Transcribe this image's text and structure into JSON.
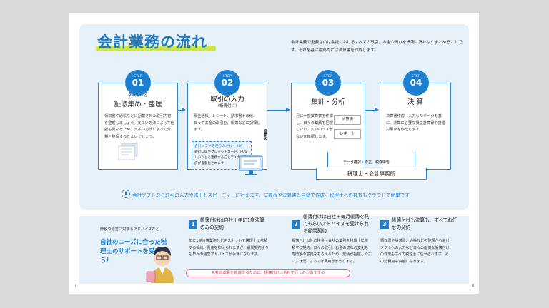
{
  "title": "会計業務の流れ",
  "intro": "会計業務で重要なのは会社におけるすべての取引、お金の流れを帳簿に漏れなくまとめることです。それを基に最終的には決算書を作成します。",
  "steps": [
    {
      "label": "STEP",
      "num": "01",
      "pre": "領収書など",
      "title": "証憑集め・整理",
      "sub": "",
      "body": "領収書や通帳などに記載された取引内容を整理しましょう。支払い方法によって仕訳も異なるため、支払い方法によって分類・整理するとよいでしょう。"
    },
    {
      "label": "STEP",
      "num": "02",
      "pre": "",
      "title": "取引の入力",
      "sub": "（帳簿付け）",
      "body": "現金通帳、レシート、請求書その他、日々のお金の取引を、帳簿などに記録します。"
    },
    {
      "label": "STEP",
      "num": "03",
      "pre": "",
      "title": "集計・分析",
      "sub": "",
      "body": "月に一度試算表を作成し、日々の業績を把握したり、入力のミスがないか確認します。"
    },
    {
      "label": "STEP",
      "num": "04",
      "pre": "",
      "title": "決 算",
      "sub": "",
      "body": "決算書作成　入力したデータを基に、決算に必要な損益計算書や貸借対照表を作成します。"
    }
  ],
  "soft_note": {
    "heading": "会計ソフトを使うのがおすすめ",
    "body": "銀行口座やクレジットカード、POSレジなどと連携することで入力・仕訳が自動化されます"
  },
  "auto_label": "自動化",
  "trial_balance": "試算表",
  "report": "レポート",
  "data_check": "データ確認・修正、税務申告",
  "tax_office": "税理士・会計事務所",
  "banner": "会計ソフトなら取引の入力や修正もスピーディーに行えます。試算表や決算書も自動で作成。税理士への共有もクラウドで簡単です",
  "bottom": {
    "lead_small": "節税や経営に対するアドバイスなど、",
    "lead_big": "自社のニーズに合った税理士のサポートを受けよう！",
    "plans": [
      {
        "num": "1",
        "title": "帳簿付けは自社＋年に1度決算のみの契約",
        "body": "年に1度決算業務などをスポットで税理士に依頼する契約。費用を抑えられますが、顧問契約よりも日々の経営アドバイスが手薄になります。"
      },
      {
        "num": "2",
        "title": "帳簿付けは自社＋毎月帳簿を見てもらいアドバイスを受けられる顧問契約",
        "body": "帳簿付け以外の税金・会計の業務を税理士に依頼する契約。日々の取引、お金の流れの変化も専門家の意見をもらえるため、業績が把握しやすい。状況によっては費用がかかります。"
      },
      {
        "num": "3",
        "title": "帳簿付けも決算も、すべてお任せの契約",
        "body": "領収書や請求書、通帳などの整理から会計ソフトへの入力など日々の面倒な帳簿付けの作業もすべて税理士に任せられます。その分費用も高額になります。"
      }
    ],
    "pill": "会社の成長を推進するために、帳簿付けは自社で行うのがおすすめ"
  },
  "page_left": "7",
  "page_right": "8",
  "colors": {
    "accent": "#1d7fd0",
    "band": "#e7f1fa",
    "highlight": "#cfe34a",
    "pill": "#d23c5a"
  }
}
